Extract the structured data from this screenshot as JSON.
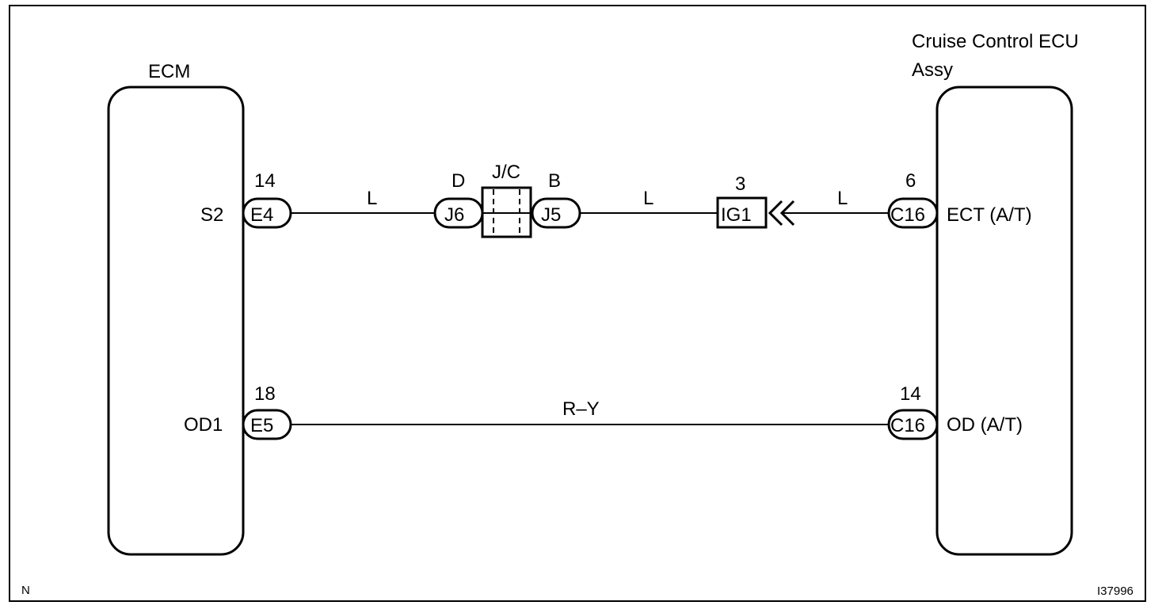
{
  "components": {
    "ecm": {
      "title": "ECM"
    },
    "cruise_ecu": {
      "title_line1": "Cruise Control ECU",
      "title_line2": "Assy"
    }
  },
  "circuit_top": {
    "ecm_terminal": "S2",
    "ecm_pin": "14",
    "ecm_connector": "E4",
    "wire_1_color": "L",
    "jc_in_pin": "D",
    "jc_label": "J/C",
    "jc_out_pin": "B",
    "jc_in_connector": "J6",
    "jc_out_connector": "J5",
    "wire_2_color": "L",
    "ig_pin": "3",
    "ig_connector": "IG1",
    "wire_3_color": "L",
    "ecu_pin": "6",
    "ecu_connector": "C16",
    "ecu_terminal": "ECT (A/T)"
  },
  "circuit_bottom": {
    "ecm_terminal": "OD1",
    "ecm_pin": "18",
    "ecm_connector": "E5",
    "wire_color": "R–Y",
    "ecu_pin": "14",
    "ecu_connector": "C16",
    "ecu_terminal": "OD (A/T)"
  },
  "footer": {
    "corner_mark": "N",
    "figure_id": "I37996"
  }
}
